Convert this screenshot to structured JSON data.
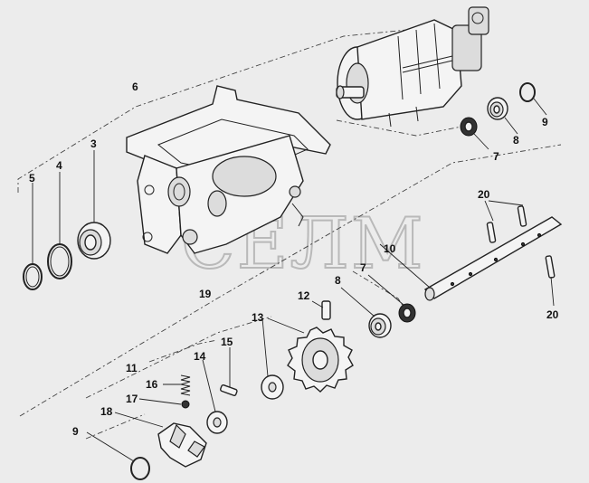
{
  "watermark": "СЕЛМ",
  "callouts": [
    {
      "id": "c1",
      "text": "6"
    },
    {
      "id": "c2",
      "text": "5"
    },
    {
      "id": "c3",
      "text": "4"
    },
    {
      "id": "c4",
      "text": "3"
    },
    {
      "id": "c5",
      "text": "9"
    },
    {
      "id": "c6",
      "text": "8"
    },
    {
      "id": "c7",
      "text": "7"
    },
    {
      "id": "c8",
      "text": "20"
    },
    {
      "id": "c9",
      "text": "10"
    },
    {
      "id": "c10",
      "text": "7"
    },
    {
      "id": "c11",
      "text": "8"
    },
    {
      "id": "c12",
      "text": "19"
    },
    {
      "id": "c13",
      "text": "12"
    },
    {
      "id": "c14",
      "text": "13"
    },
    {
      "id": "c15",
      "text": "20"
    },
    {
      "id": "c16",
      "text": "15"
    },
    {
      "id": "c17",
      "text": "14"
    },
    {
      "id": "c18",
      "text": "11"
    },
    {
      "id": "c19",
      "text": "16"
    },
    {
      "id": "c20",
      "text": "17"
    },
    {
      "id": "c21",
      "text": "18"
    },
    {
      "id": "c22",
      "text": "9"
    }
  ]
}
